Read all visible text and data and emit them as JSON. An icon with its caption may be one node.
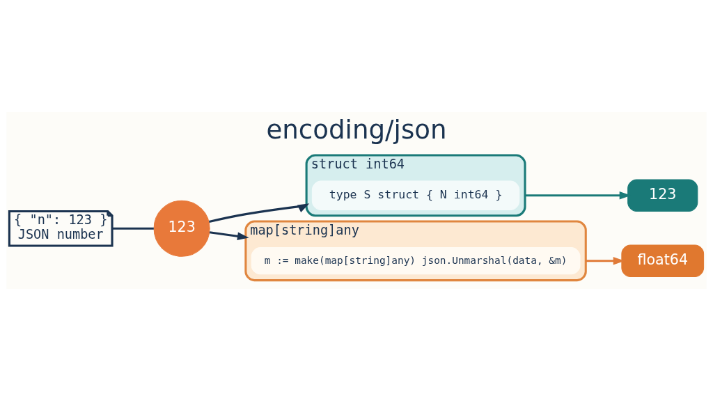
{
  "diagram": {
    "title": "encoding/json",
    "nodes": [
      {
        "text": [
          "{ \"n\": 123 }",
          "JSON number"
        ]
      },
      {
        "text": [
          "123"
        ]
      },
      {
        "text": [
          "struct int64"
        ]
      },
      {
        "text": [
          "type S struct { N int64 }"
        ],
        "in": 2
      },
      {
        "text": [
          "123"
        ]
      },
      {
        "text": [
          "map[string]any"
        ]
      },
      {
        "text": [
          "m := make(map[string]any) json.Unmarshal(data, &m)"
        ],
        "in": 5
      },
      {
        "text": [
          "float64"
        ]
      }
    ],
    "edges": [
      {
        "from": 0,
        "to": 1,
        "arrow": "none"
      },
      {
        "from": 1,
        "to": 2,
        "arrow": "to"
      },
      {
        "from": 1,
        "to": 5,
        "arrow": "to"
      },
      {
        "from": 2,
        "to": 4,
        "arrow": "to",
        "color": "#1a7a78"
      },
      {
        "from": 5,
        "to": 7,
        "arrow": "to",
        "color": "#e07b39"
      }
    ]
  }
}
